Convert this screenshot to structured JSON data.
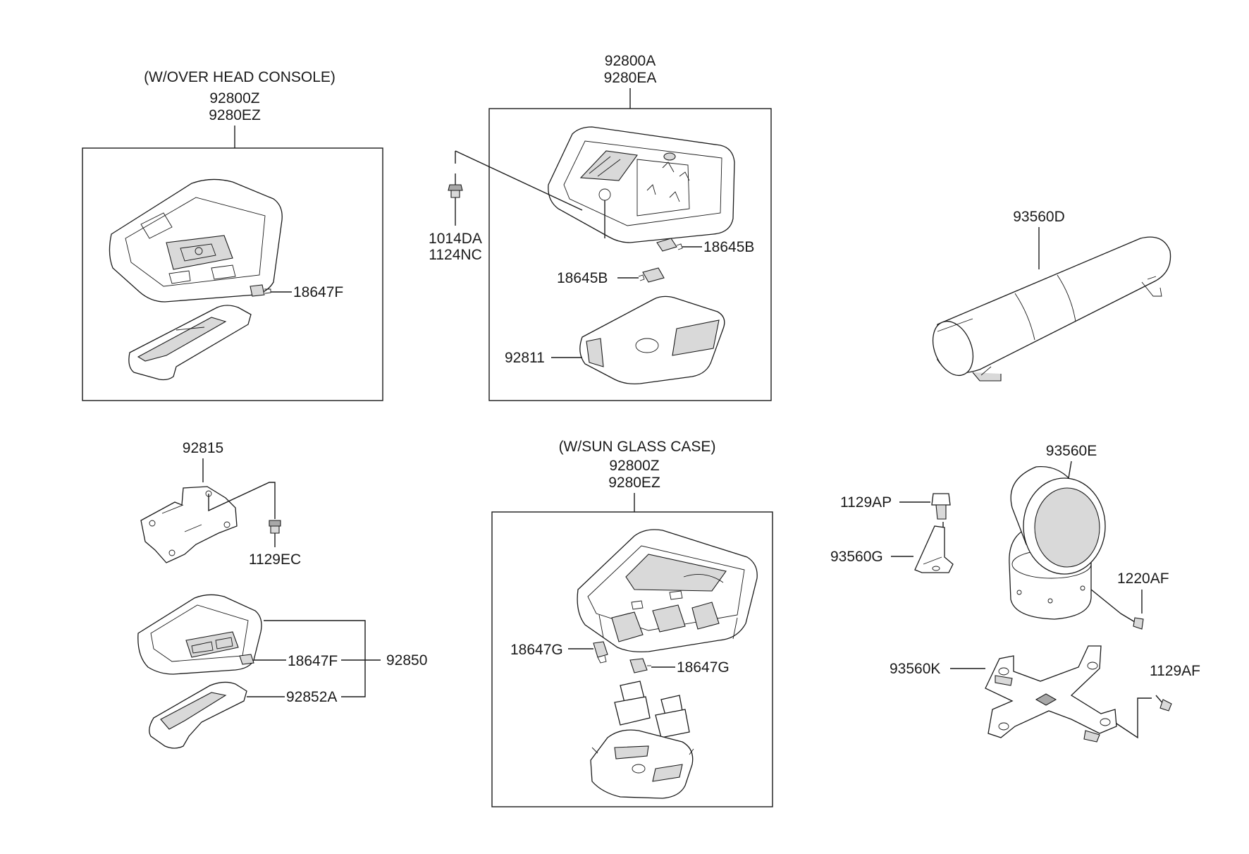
{
  "groups": {
    "overhead_console": {
      "caption": "(W/OVER HEAD CONSOLE)",
      "part_no_1": "92800Z",
      "part_no_2": "9280EZ",
      "bulb": "18647F"
    },
    "room_lamp": {
      "part_no_1": "92800A",
      "part_no_2": "9280EA",
      "screw_1": "1014DA",
      "screw_2": "1124NC",
      "bulb_right": "18645B",
      "bulb_left": "18645B",
      "lens": "92811"
    },
    "air_freshener": {
      "body": "93560D",
      "head": "93560E",
      "bolt": "1129AP",
      "bracket_small": "93560G",
      "screw_head": "1220AF",
      "mount_bracket": "93560K",
      "screw_mount": "1129AF"
    },
    "map_lamp": {
      "bracket": "92815",
      "screw": "1129EC",
      "bulb": "18647F",
      "assembly": "92850",
      "lens": "92852A"
    },
    "sunglass_case": {
      "caption": "(W/SUN GLASS CASE)",
      "part_no_1": "92800Z",
      "part_no_2": "9280EZ",
      "bulb_left": "18647G",
      "bulb_right": "18647G"
    }
  }
}
